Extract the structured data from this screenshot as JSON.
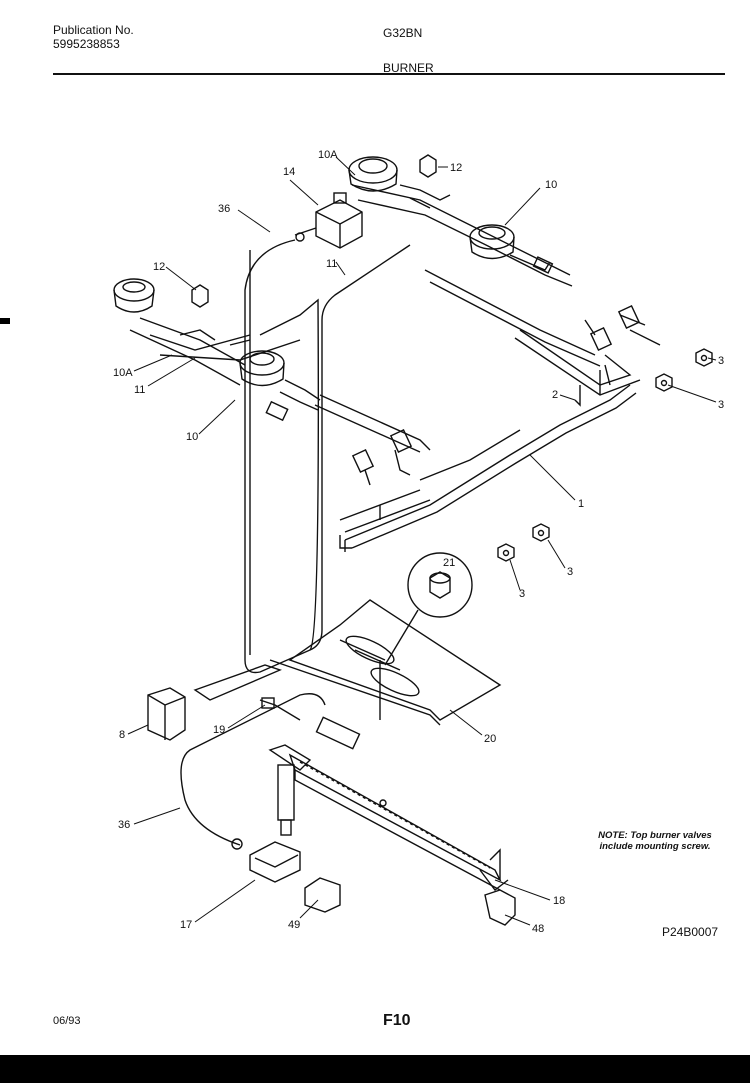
{
  "header": {
    "publication_label": "Publication No.",
    "publication_number": "5995238853",
    "model": "G32BN",
    "section": "BURNER"
  },
  "diagram": {
    "callouts": {
      "p10a_top": "10A",
      "p12_top": "12",
      "p14": "14",
      "p36_top": "36",
      "p11_top": "11",
      "p10_top": "10",
      "p12_left": "12",
      "p10a_left": "10A",
      "p11_left": "11",
      "p10_left": "10",
      "p3_a": "3",
      "p3_b": "3",
      "p2": "2",
      "p1": "1",
      "p3_c": "3",
      "p21": "21",
      "p3_d": "3",
      "p8": "8",
      "p19": "19",
      "p20": "20",
      "p36_bottom": "36",
      "p17": "17",
      "p49": "49",
      "p48": "48",
      "p18": "18"
    },
    "note_line1": "NOTE: Top burner valves",
    "note_line2": "include mounting screw.",
    "drawing_code": "P24B0007"
  },
  "footer": {
    "date": "06/93",
    "page": "F10"
  }
}
